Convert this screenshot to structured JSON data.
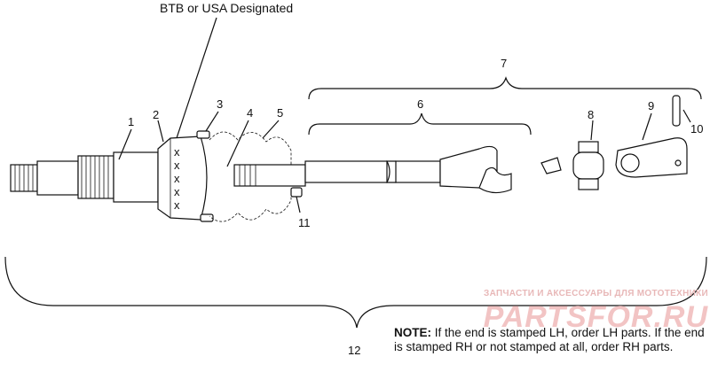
{
  "header": {
    "designation_label": "BTB or USA Designated"
  },
  "callouts": {
    "c1": "1",
    "c2": "2",
    "c3": "3",
    "c4": "4",
    "c5": "5",
    "c6": "6",
    "c7": "7",
    "c8": "8",
    "c9": "9",
    "c10": "10",
    "c11": "11",
    "c12": "12"
  },
  "stamp_marks": [
    "x",
    "x",
    "x",
    "x",
    "x"
  ],
  "note": {
    "label": "NOTE:",
    "text": "If the end is stamped LH, order LH parts.  If the end is stamped RH or not stamped at all, order RH parts."
  },
  "watermark": {
    "tagline": "ЗАПЧАСТИ И АКСЕССУАРЫ ДЛЯ МОТОТЕХНИКИ",
    "brand": "PARTSFOR.RU"
  }
}
